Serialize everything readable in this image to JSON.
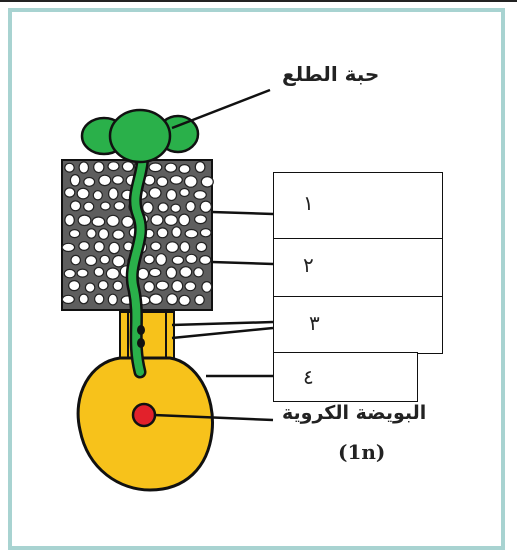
{
  "labels": {
    "pollen_grain": "حبة الطلع",
    "egg_cell": "البويضة الكروية",
    "ploidy": "(1n)"
  },
  "blank_boxes": [
    "١",
    "٢",
    "٣",
    "٤"
  ],
  "colors": {
    "frame": "#a8d3d1",
    "pollen": "#2ab04a",
    "ovule": "#f7c21b",
    "nucleus": "#e2212b",
    "tissue": "#6a6a6a",
    "outline": "#111111"
  }
}
